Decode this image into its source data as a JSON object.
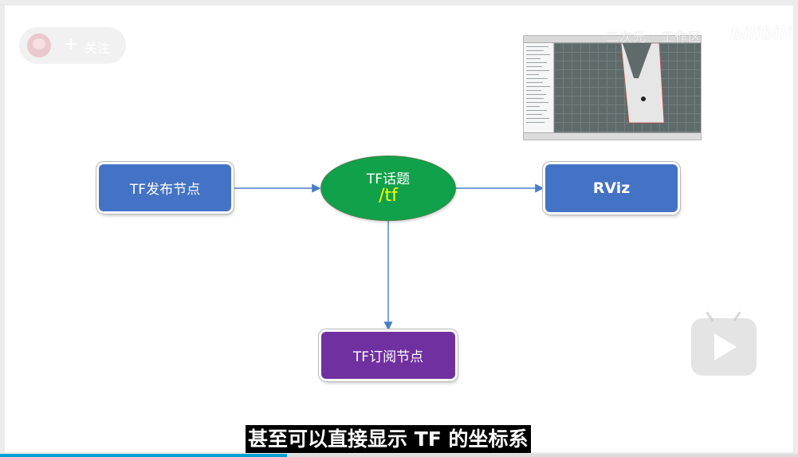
{
  "overlay": {
    "follow_plus": "+",
    "follow_label": "关注",
    "brand_left": "二次元 · 工作区",
    "brand_logo": "bilibili"
  },
  "diagram": {
    "publisher_label": "TF发布节点",
    "topic_title": "TF话题",
    "topic_name": "/tf",
    "rviz_label": "RViz",
    "subscriber_label": "TF订阅节点",
    "colors": {
      "publisher": "#4472c4",
      "rviz": "#4472c4",
      "subscriber": "#7030a0",
      "topic": "#11a14a",
      "topic_name": "#ffff00",
      "arrow": "#4a7ec8"
    }
  },
  "player": {
    "subtitle": "甚至可以直接显示 TF 的坐标系",
    "progress": 0.36,
    "play_icon": "play-icon"
  }
}
